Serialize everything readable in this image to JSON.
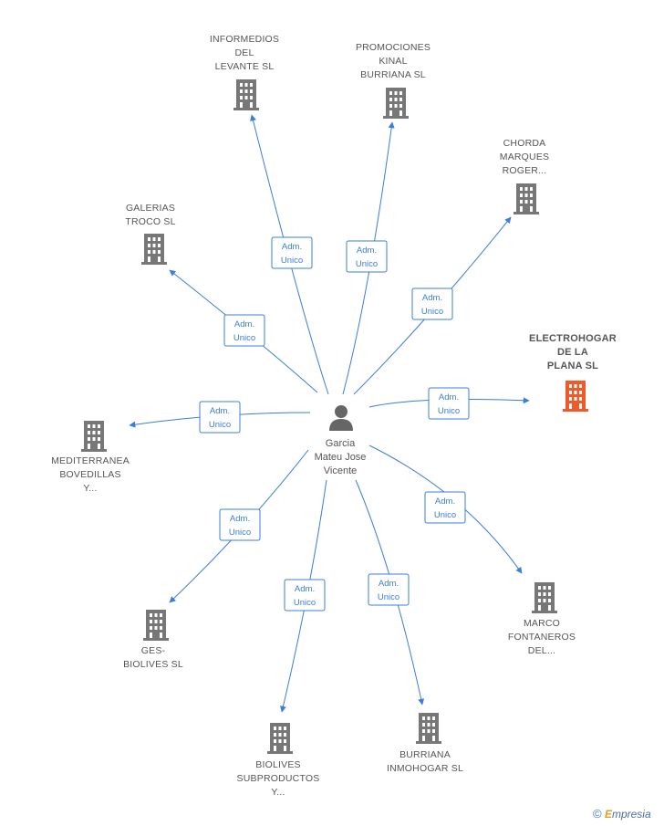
{
  "colors": {
    "edge": "#3c7dd9",
    "company": "#777777",
    "company_highlight": "#f05a28",
    "person": "#666666",
    "text": "#555555"
  },
  "center": {
    "name_lines": [
      "Garcia",
      "Mateu Jose",
      "Vicente"
    ],
    "icon": "person-icon"
  },
  "companies": [
    {
      "id": "informedios",
      "lines": [
        "INFORMEDIOS",
        "DEL",
        "LEVANTE SL"
      ],
      "icon": "building-icon",
      "role": [
        "Adm.",
        "Unico"
      ]
    },
    {
      "id": "promociones",
      "lines": [
        "PROMOCIONES",
        "KINAL",
        "BURRIANA SL"
      ],
      "icon": "building-icon",
      "role": [
        "Adm.",
        "Unico"
      ]
    },
    {
      "id": "chorda",
      "lines": [
        "CHORDA",
        "MARQUES",
        "ROGER..."
      ],
      "icon": "building-icon",
      "role": [
        "Adm.",
        "Unico"
      ]
    },
    {
      "id": "galerias",
      "lines": [
        "GALERIAS",
        "TROCO SL"
      ],
      "icon": "building-icon",
      "role": [
        "Adm.",
        "Unico"
      ]
    },
    {
      "id": "electrohogar",
      "lines": [
        "ELECTROHOGAR",
        "DE LA",
        "PLANA SL"
      ],
      "icon": "building-icon",
      "role": [
        "Adm.",
        "Unico"
      ],
      "highlight": true
    },
    {
      "id": "mediterranea",
      "lines": [
        "MEDITERRANEA",
        "BOVEDILLAS",
        "Y..."
      ],
      "icon": "building-icon",
      "role": [
        "Adm.",
        "Unico"
      ]
    },
    {
      "id": "marco",
      "lines": [
        "MARCO",
        "FONTANEROS",
        "DEL..."
      ],
      "icon": "building-icon",
      "role": [
        "Adm.",
        "Unico"
      ]
    },
    {
      "id": "gesbiolives",
      "lines": [
        "GES-",
        "BIOLIVES SL"
      ],
      "icon": "building-icon",
      "role": [
        "Adm.",
        "Unico"
      ]
    },
    {
      "id": "biolives",
      "lines": [
        "BIOLIVES",
        "SUBPRODUCTOS",
        "Y..."
      ],
      "icon": "building-icon",
      "role": [
        "Adm.",
        "Unico"
      ]
    },
    {
      "id": "burriana",
      "lines": [
        "BURRIANA",
        "INMOHOGAR SL"
      ],
      "icon": "building-icon",
      "role": [
        "Adm.",
        "Unico"
      ]
    }
  ],
  "brand": {
    "copyright": "©",
    "initial": "E",
    "rest": "mpresia"
  }
}
